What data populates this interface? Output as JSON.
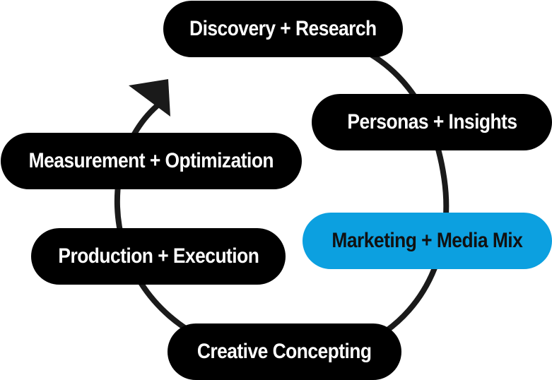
{
  "diagram": {
    "colors": {
      "pill": "#000000",
      "pill_text": "#ffffff",
      "highlight": "#0ca0e0",
      "highlight_text": "#111111",
      "arrow": "#1a1a1a"
    },
    "steps": [
      {
        "label": "Discovery + Research",
        "highlighted": false
      },
      {
        "label": "Personas + Insights",
        "highlighted": false
      },
      {
        "label": "Marketing + Media Mix",
        "highlighted": true
      },
      {
        "label": "Creative Concepting",
        "highlighted": false
      },
      {
        "label": "Production + Execution",
        "highlighted": false
      },
      {
        "label": "Measurement + Optimization",
        "highlighted": false
      }
    ],
    "cycle_arrow_icon": "arrow-head-icon"
  }
}
